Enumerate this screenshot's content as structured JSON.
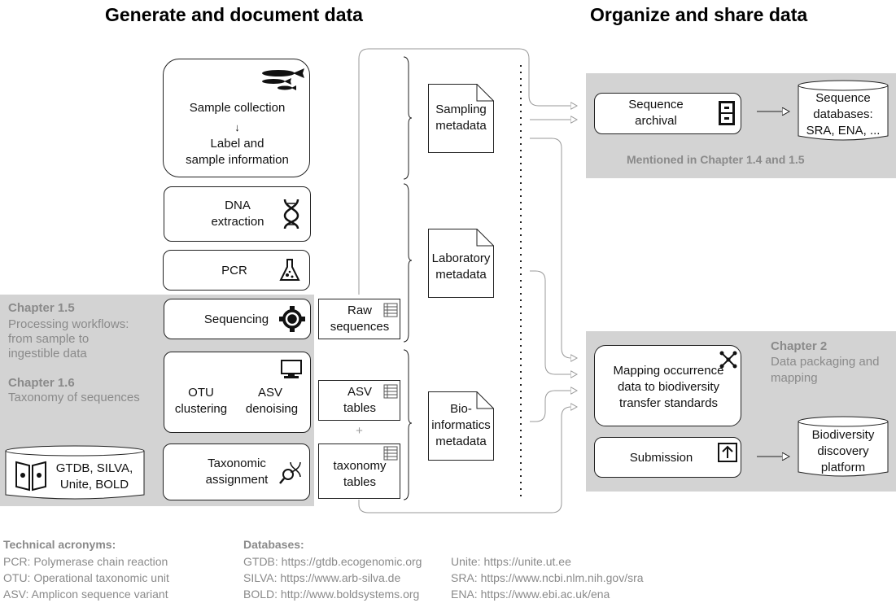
{
  "titles": {
    "left": "Generate and document data",
    "right": "Organize and share data"
  },
  "steps": {
    "sample": {
      "line1": "Sample collection",
      "arrow": "↓",
      "line2": "Label and",
      "line3": "sample information"
    },
    "dna": {
      "line1": "DNA",
      "line2": "extraction"
    },
    "pcr": "PCR",
    "sequencing": "Sequencing",
    "otu_asv": {
      "otu1": "OTU",
      "otu2": "clustering",
      "asv1": "ASV",
      "asv2": "denoising"
    },
    "taxonomic": {
      "line1": "Taxonomic",
      "line2": "assignment"
    },
    "refdb": {
      "line1": "GTDB, SILVA,",
      "line2": "Unite, BOLD"
    }
  },
  "data_products": {
    "raw": {
      "line1": "Raw",
      "line2": "sequences"
    },
    "asv": {
      "line1": "ASV",
      "line2": "tables"
    },
    "plus": "+",
    "taxonomy": {
      "line1": "taxonomy",
      "line2": "tables"
    }
  },
  "metadata": {
    "sampling": {
      "line1": "Sampling",
      "line2": "metadata"
    },
    "laboratory": {
      "line1": "Laboratory",
      "line2": "metadata"
    },
    "bioinformatics": {
      "line1": "Bio-",
      "line2": "informatics",
      "line3": "metadata"
    }
  },
  "chapters_left": {
    "c15_head": "Chapter 1.5",
    "c15_l1": "Processing workflows:",
    "c15_l2": "from sample to",
    "c15_l3": "ingestible data",
    "c16_head": "Chapter 1.6",
    "c16_l1": "Taxonomy of sequences"
  },
  "right_top": {
    "archival": {
      "line1": "Sequence",
      "line2": "archival"
    },
    "seqdb": {
      "line1": "Sequence",
      "line2": "databases:",
      "line3": "SRA, ENA, ..."
    },
    "mentioned": "Mentioned in Chapter 1.4 and 1.5"
  },
  "right_bottom": {
    "chap_head": "Chapter 2",
    "chap_l1": "Data packaging and",
    "chap_l2": "mapping",
    "mapping": {
      "line1": "Mapping occurrence",
      "line2": "data to biodiversity",
      "line3": "transfer standards"
    },
    "submission": "Submission",
    "platform": {
      "line1": "Biodiversity",
      "line2": "discovery",
      "line3": "platform"
    }
  },
  "footer": {
    "acronyms_head": "Technical acronyms:",
    "acronyms": [
      "PCR: Polymerase chain reaction",
      "OTU: Operational taxonomic unit",
      "ASV: Amplicon sequence variant"
    ],
    "db_head": "Databases:",
    "db_col1": [
      "GTDB: https://gtdb.ecogenomic.org",
      "SILVA: https://www.arb-silva.de",
      "BOLD: http://www.boldsystems.org"
    ],
    "db_col2": [
      "Unite: https://unite.ut.ee",
      "SRA: https://www.ncbi.nlm.nih.gov/sra",
      "ENA: https://www.ebi.ac.uk/ena"
    ]
  },
  "colors": {
    "panel": "#d3d3d3",
    "muted_text": "#8a8a8a",
    "line": "#999999"
  },
  "icons": [
    "fish-icon",
    "dna-helix-icon",
    "flask-icon",
    "gear-icon",
    "computer-icon",
    "table-icon",
    "cabinet-icon",
    "network-icon",
    "upload-icon",
    "book-icon",
    "magnifier-icon"
  ]
}
